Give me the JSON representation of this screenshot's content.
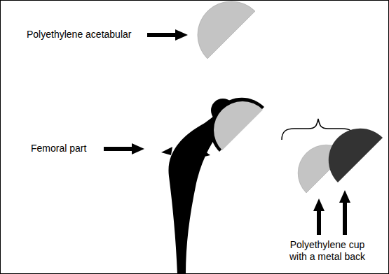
{
  "diagram": {
    "labels": [
      "Polyethylene acetabular",
      "Femoral part",
      "Polyethylene cup with a metal back"
    ]
  }
}
